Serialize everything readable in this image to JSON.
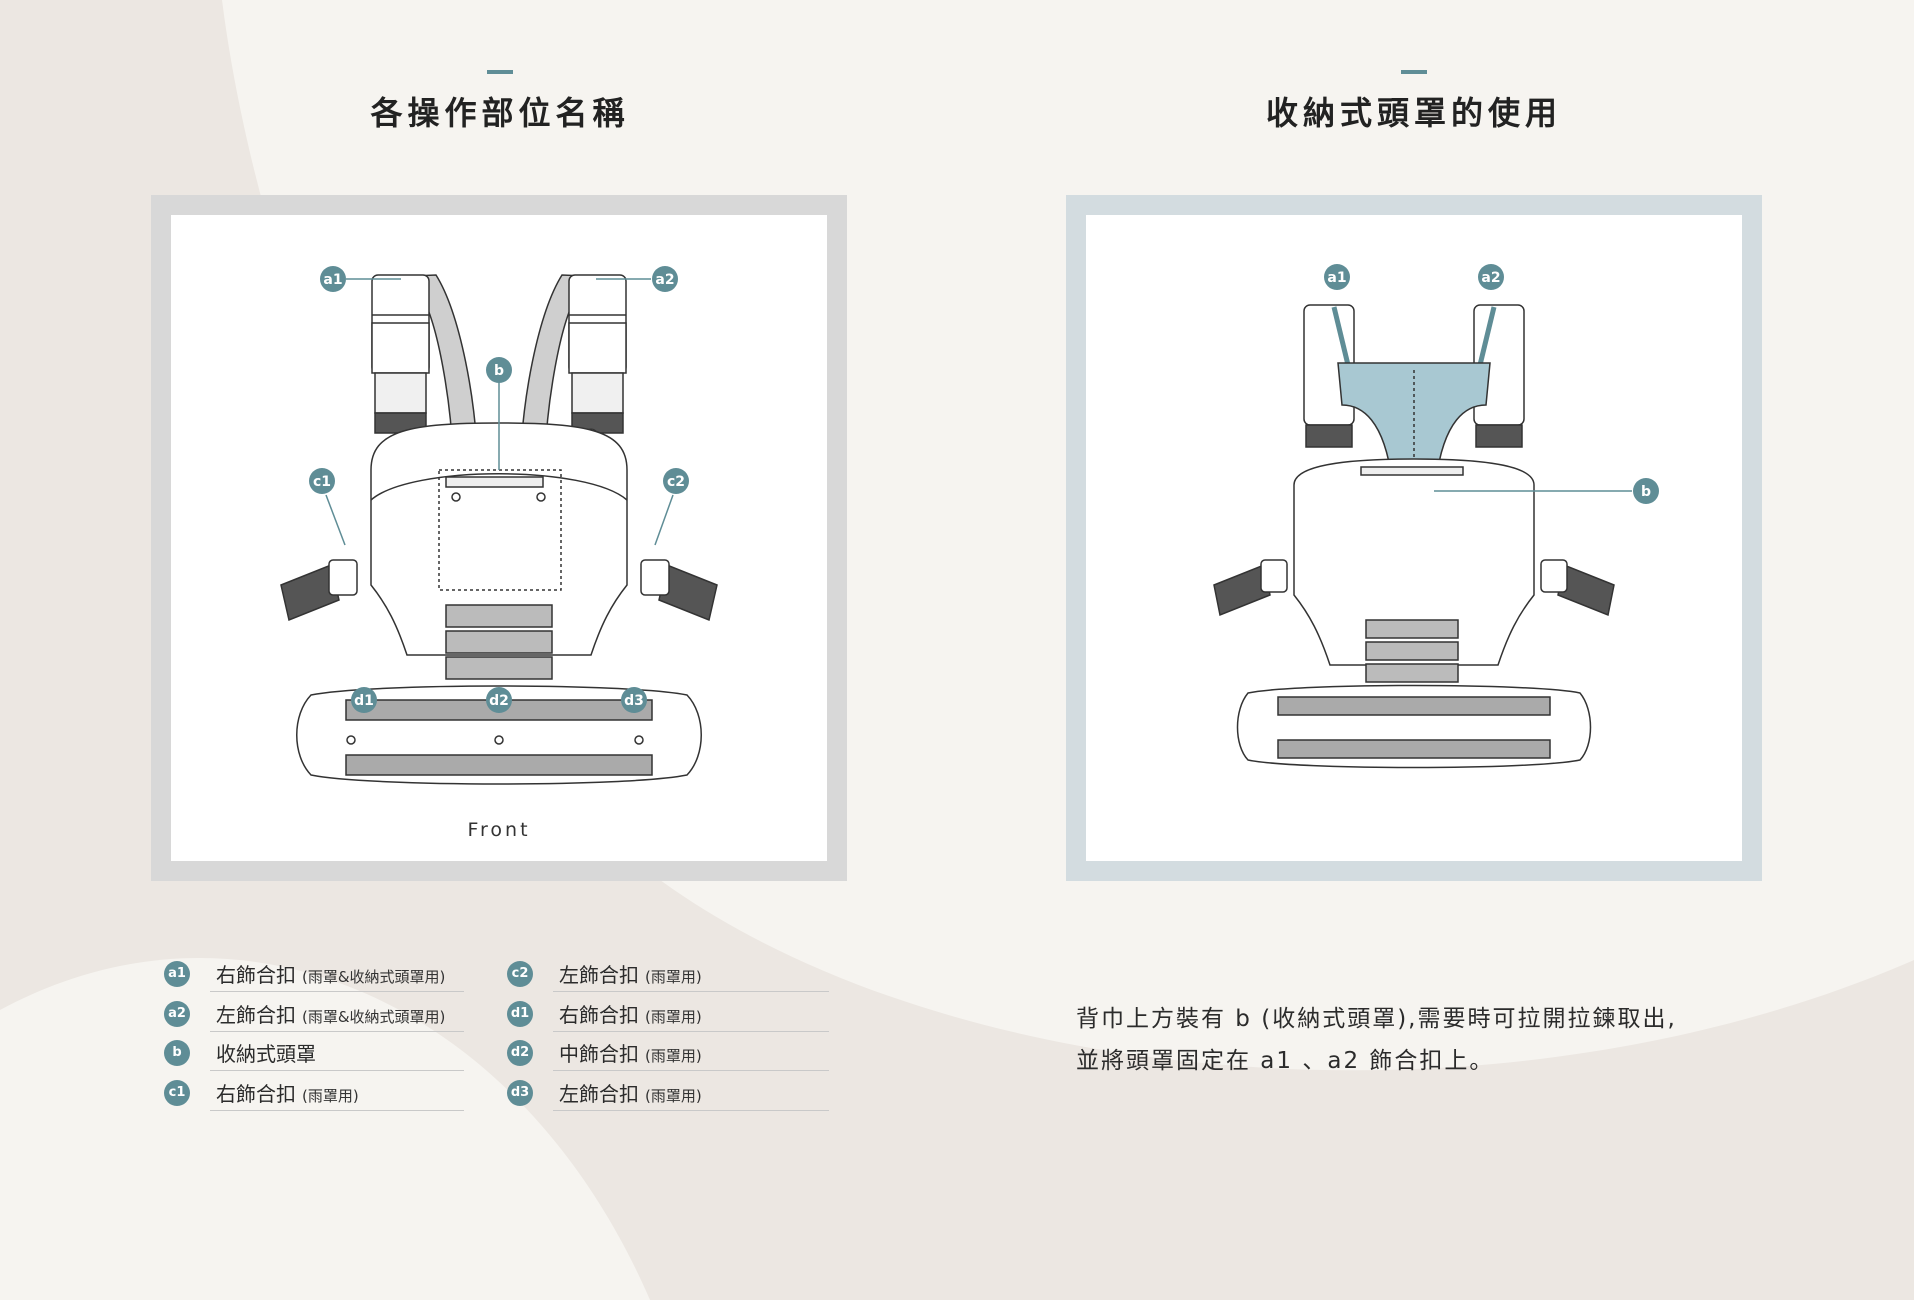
{
  "left_section": {
    "title": "各操作部位名稱",
    "figure_caption": "Front",
    "callouts": [
      "a1",
      "a2",
      "b",
      "c1",
      "c2",
      "d1",
      "d2",
      "d3"
    ]
  },
  "right_section": {
    "title": "收納式頭罩的使用",
    "callouts": [
      "a1",
      "a2",
      "b"
    ],
    "description_line1": "背巾上方裝有 b (收納式頭罩),需要時可拉開拉鍊取出,",
    "description_line2": "並將頭罩固定在 a1 、a2 飾合扣上。"
  },
  "legend": [
    {
      "code": "a1",
      "label": "右飾合扣",
      "note": "(雨罩&收納式頭罩用)"
    },
    {
      "code": "a2",
      "label": "左飾合扣",
      "note": "(雨罩&收納式頭罩用)"
    },
    {
      "code": "b",
      "label": "收納式頭罩",
      "note": ""
    },
    {
      "code": "c1",
      "label": "右飾合扣",
      "note": "(雨罩用)"
    },
    {
      "code": "c2",
      "label": "左飾合扣",
      "note": "(雨罩用)"
    },
    {
      "code": "d1",
      "label": "右飾合扣",
      "note": "(雨罩用)"
    },
    {
      "code": "d2",
      "label": "中飾合扣",
      "note": "(雨罩用)"
    },
    {
      "code": "d3",
      "label": "左飾合扣",
      "note": "(雨罩用)"
    }
  ],
  "colors": {
    "accent": "#5f8d96",
    "hood_fill": "#a8c8d2",
    "left_frame": "#d8d8d8",
    "right_frame": "#d3dce0",
    "background_light": "#f6f4f0",
    "background_dark": "#ece7e2"
  }
}
